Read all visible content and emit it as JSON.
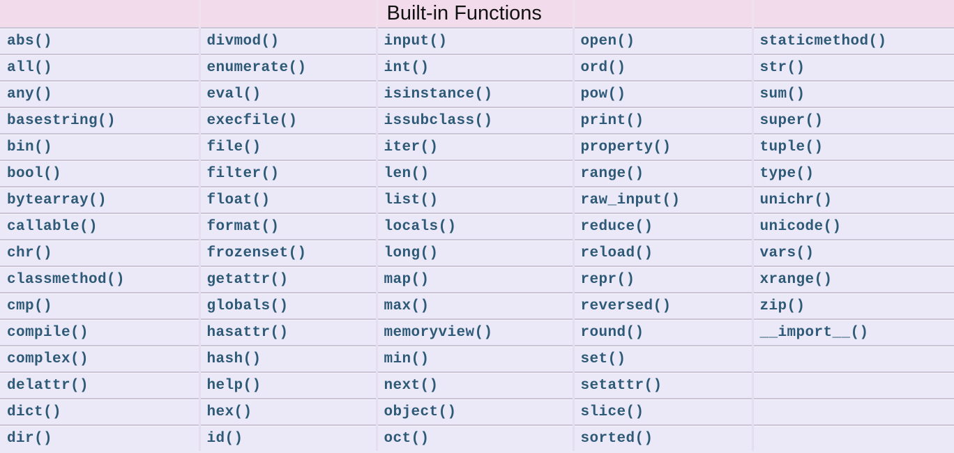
{
  "page": {
    "title": "Built-in Functions"
  },
  "colors": {
    "header_bg": "#f2dceb",
    "row_bg": "#ebe9f7",
    "text_color": "#2e5a77",
    "title_text": "#111111",
    "h_border": "#cbc4d9",
    "v_border": "#e4def0",
    "v_border_header": "#efe2ee"
  },
  "table": {
    "num_rows": 16,
    "num_columns": 5,
    "columns": [
      [
        "abs()",
        "all()",
        "any()",
        "basestring()",
        "bin()",
        "bool()",
        "bytearray()",
        "callable()",
        "chr()",
        "classmethod()",
        "cmp()",
        "compile()",
        "complex()",
        "delattr()",
        "dict()",
        "dir()"
      ],
      [
        "divmod()",
        "enumerate()",
        "eval()",
        "execfile()",
        "file()",
        "filter()",
        "float()",
        "format()",
        "frozenset()",
        "getattr()",
        "globals()",
        "hasattr()",
        "hash()",
        "help()",
        "hex()",
        "id()"
      ],
      [
        "input()",
        "int()",
        "isinstance()",
        "issubclass()",
        "iter()",
        "len()",
        "list()",
        "locals()",
        "long()",
        "map()",
        "max()",
        "memoryview()",
        "min()",
        "next()",
        "object()",
        "oct()"
      ],
      [
        "open()",
        "ord()",
        "pow()",
        "print()",
        "property()",
        "range()",
        "raw_input()",
        "reduce()",
        "reload()",
        "repr()",
        "reversed()",
        "round()",
        "set()",
        "setattr()",
        "slice()",
        "sorted()"
      ],
      [
        "staticmethod()",
        "str()",
        "sum()",
        "super()",
        "tuple()",
        "type()",
        "unichr()",
        "unicode()",
        "vars()",
        "xrange()",
        "zip()",
        "__import__()",
        "",
        "",
        "",
        ""
      ]
    ]
  }
}
